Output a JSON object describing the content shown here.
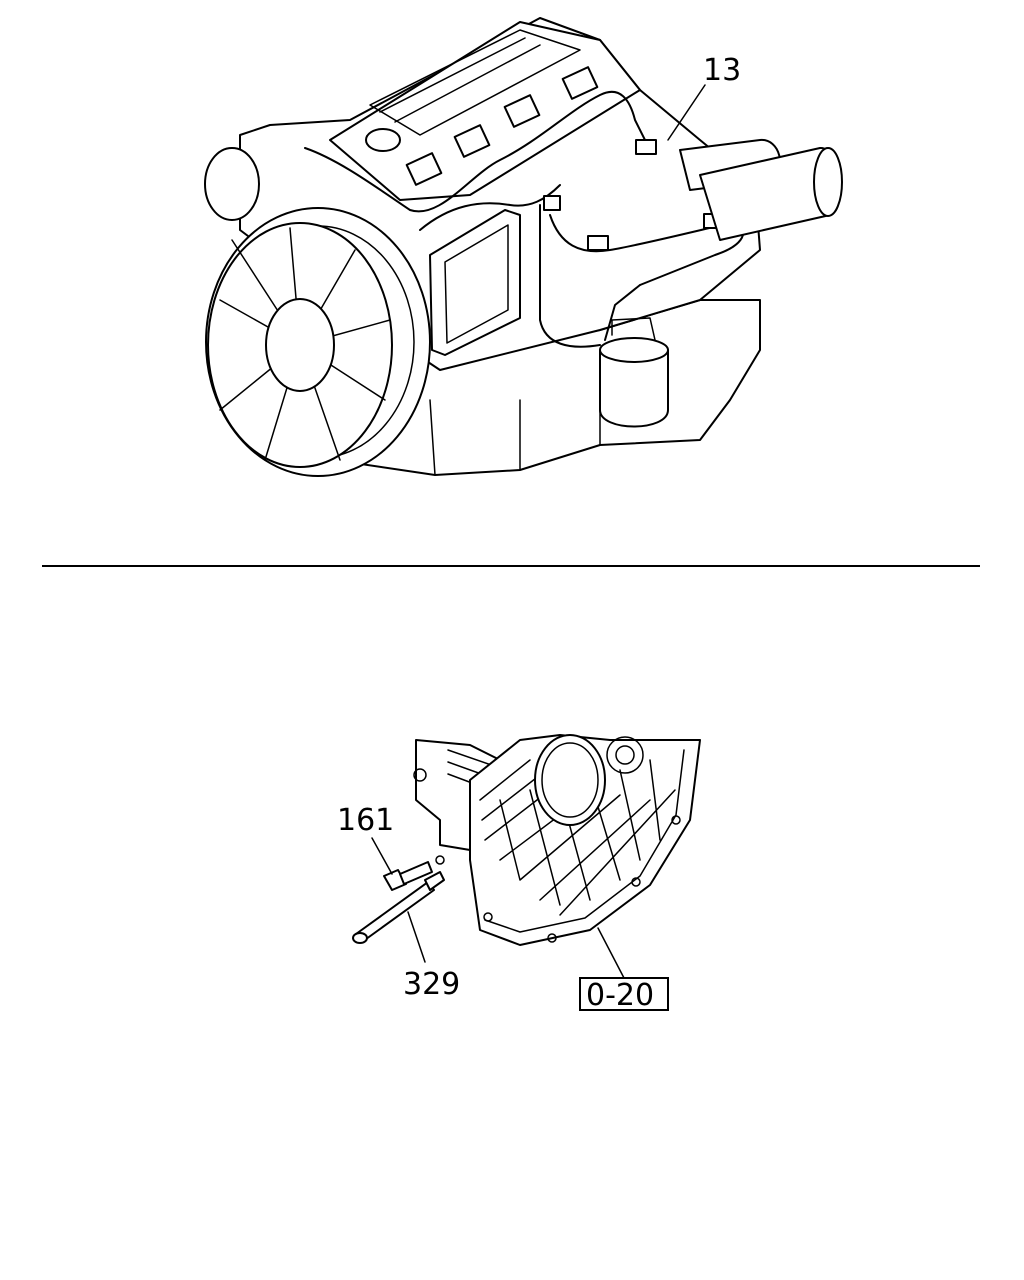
{
  "callouts": {
    "upper": {
      "harness": "13"
    },
    "lower": {
      "bolt": "161",
      "rod": "329",
      "reference": "0-20"
    }
  }
}
